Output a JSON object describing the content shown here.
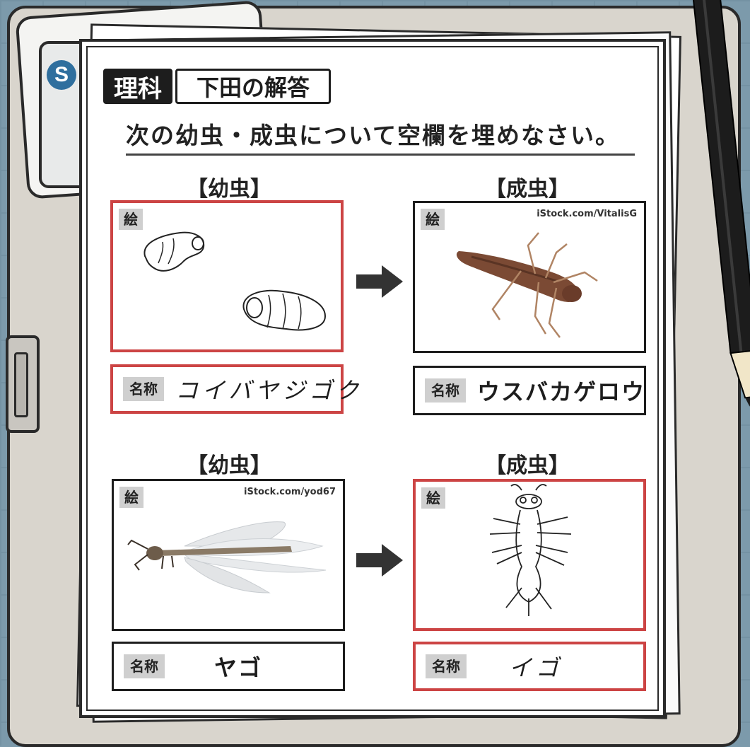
{
  "worksheet": {
    "subject": "理科",
    "answer_owner": "下田の解答",
    "question": "次の幼虫・成虫について空欄を埋めなさい。"
  },
  "labels": {
    "picture_tag": "絵",
    "name_tag": "名称"
  },
  "rows": [
    {
      "larva": {
        "heading": "【幼虫】",
        "credit": "",
        "answer": "コイバヤジゴク",
        "answer_style": "handwritten",
        "box_color": "red"
      },
      "adult": {
        "heading": "【成虫】",
        "credit": "iStock.com/VitalisG",
        "answer": "ウスバカゲロウ",
        "answer_style": "typed",
        "box_color": "black"
      }
    },
    {
      "larva": {
        "heading": "【幼虫】",
        "credit": "iStock.com/yod67",
        "answer": "ヤゴ",
        "answer_style": "typed",
        "box_color": "black"
      },
      "adult": {
        "heading": "【成虫】",
        "credit": "",
        "answer": "イゴ",
        "answer_style": "handwritten",
        "box_color": "red"
      }
    }
  ],
  "colors": {
    "wrong_red": "#cc4444",
    "ink": "#1d1d1d",
    "tag_gray": "#cfcfcf",
    "desk_blue": "#7c9aab"
  },
  "icons": [
    "arrow-right-icon",
    "pencil-icon",
    "clip-hinge-icon",
    "book-logo-icon"
  ]
}
